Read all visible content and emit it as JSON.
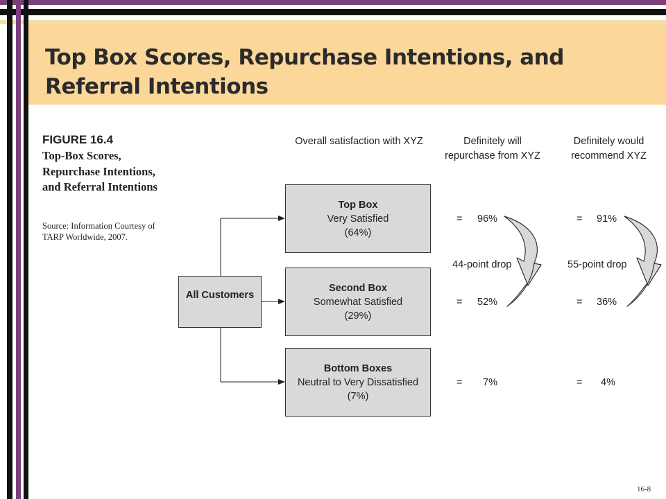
{
  "slide": {
    "title": "Top Box Scores, Repurchase Intentions, and Referral Intentions",
    "page_number": "16-8"
  },
  "figure": {
    "label": "FIGURE 16.4",
    "title": "Top-Box Scores, Repurchase Intentions, and Referral Intentions",
    "source": "Source: Information Courtesy of TARP Worldwide, 2007."
  },
  "columns": {
    "satisfaction": "Overall satisfaction with XYZ",
    "repurchase": "Definitely will repurchase from XYZ",
    "recommend": "Definitely would recommend XYZ"
  },
  "all_customers": "All Customers",
  "boxes": [
    {
      "name": "Top Box",
      "desc": "Very Satisfied",
      "pct": "(64%)",
      "repurchase": "96%",
      "recommend": "91%"
    },
    {
      "name": "Second Box",
      "desc": "Somewhat Satisfied",
      "pct": "(29%)",
      "repurchase": "52%",
      "recommend": "36%"
    },
    {
      "name": "Bottom Boxes",
      "desc": "Neutral to Very Dissatisfied",
      "pct": "(7%)",
      "repurchase": "7%",
      "recommend": "4%"
    }
  ],
  "equals_sign": "=",
  "drops": {
    "repurchase": "44-point drop",
    "recommend": "55-point drop"
  },
  "colors": {
    "accent_purple": "#7b3f7c",
    "title_band": "#fbd89a",
    "box_fill": "#d9d9d9"
  }
}
